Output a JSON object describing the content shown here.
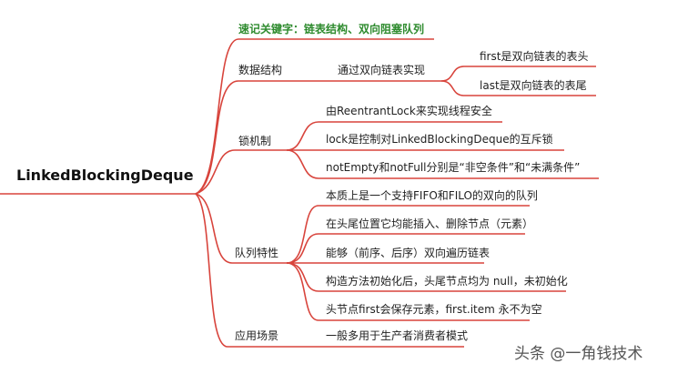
{
  "root": "LinkedBlockingDeque",
  "line_color": "#d8443c",
  "keyword": "速记关键字：链表结构、双向阻塞队列",
  "branches": [
    {
      "label": "数据结构",
      "children": [
        {
          "label": "通过双向链表实现",
          "children": [
            "first是双向链表的表头",
            "last是双向链表的表尾"
          ]
        }
      ]
    },
    {
      "label": "锁机制",
      "children": [
        "由ReentrantLock来实现线程安全",
        "lock是控制对LinkedBlockingDeque的互斥锁",
        "notEmpty和notFull分别是“非空条件”和“未满条件”"
      ]
    },
    {
      "label": "队列特性",
      "children": [
        "本质上是一个支持FIFO和FILO的双向的队列",
        "在头尾位置它均能插入、删除节点（元素）",
        "能够（前序、后序）双向遍历链表",
        "构造方法初始化后，头尾节点均为 null，未初始化",
        "头节点first会保存元素，first.item 永不为空"
      ]
    },
    {
      "label": "应用场景",
      "children": [
        "一般多用于生产者消费者模式"
      ]
    }
  ],
  "watermark": "头条 @一角钱技术"
}
